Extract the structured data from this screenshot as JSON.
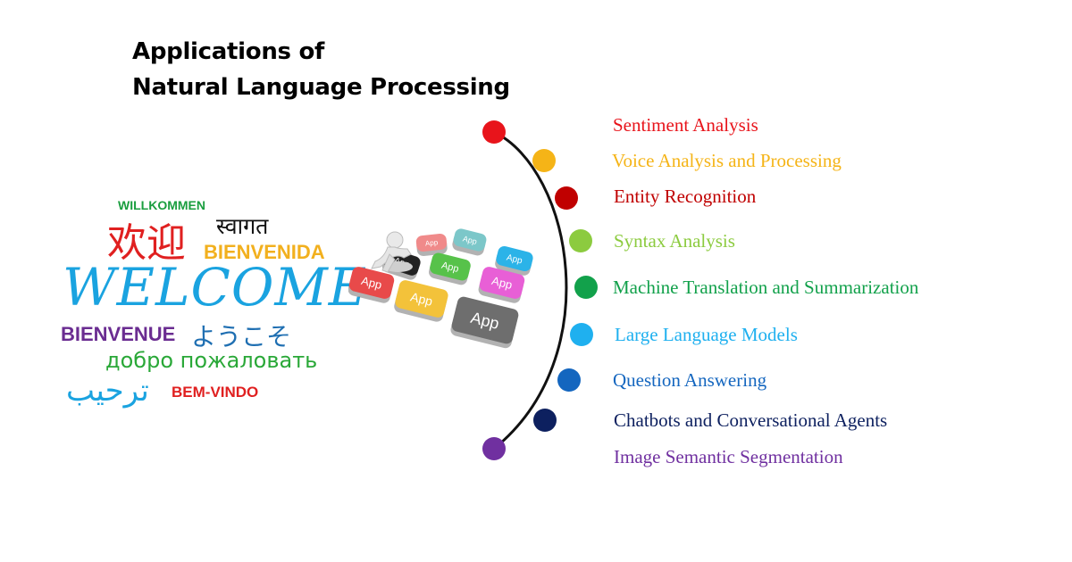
{
  "title": {
    "line1": "Applications of",
    "line2": "Natural Language Processing"
  },
  "welcome_words": [
    {
      "id": "willkommen",
      "text": "WILLKOMMEN",
      "color": "#1a9e3f"
    },
    {
      "id": "huanying",
      "text": "欢迎",
      "color": "#e02020"
    },
    {
      "id": "swagat",
      "text": "स्वागत",
      "color": "#111111"
    },
    {
      "id": "bienvenida",
      "text": "BIENVENIDA",
      "color": "#f2b01e"
    },
    {
      "id": "welcome",
      "text": "WELCOME",
      "color": "#1aa3e0"
    },
    {
      "id": "bienvenue",
      "text": "BIENVENUE",
      "color": "#6a2c91"
    },
    {
      "id": "youkoso",
      "text": "ようこそ",
      "color": "#1f6fb2"
    },
    {
      "id": "dobro",
      "text": "добро пожаловать",
      "color": "#2aa838"
    },
    {
      "id": "tarhib",
      "text": "ترحيب",
      "color": "#1aa3e0"
    },
    {
      "id": "bemvindo",
      "text": "BEM-VINDO",
      "color": "#e02020"
    }
  ],
  "app_keys": {
    "label": "App",
    "colors": [
      "#f08a8a",
      "#7cc7c9",
      "#2bb3e8",
      "#222222",
      "#57c24a",
      "#e85fd6",
      "#e84a4a",
      "#f3c23a",
      "#6e6e6e"
    ]
  },
  "applications": [
    {
      "label": "Sentiment Analysis",
      "color": "#e8141b"
    },
    {
      "label": "Voice Analysis and Processing",
      "color": "#f5b417"
    },
    {
      "label": "Entity Recognition",
      "color": "#c00000"
    },
    {
      "label": "Syntax Analysis",
      "color": "#8ccb3f"
    },
    {
      "label": "Machine Translation and Summarization",
      "color": "#12a14b"
    },
    {
      "label": "Large Language Models",
      "color": "#1fb0ef"
    },
    {
      "label": "Question Answering",
      "color": "#1466bf"
    },
    {
      "label": "Chatbots and Conversational Agents",
      "color": "#0d205f"
    },
    {
      "label": "Image Semantic Segmentation",
      "color": "#7030a0"
    }
  ]
}
